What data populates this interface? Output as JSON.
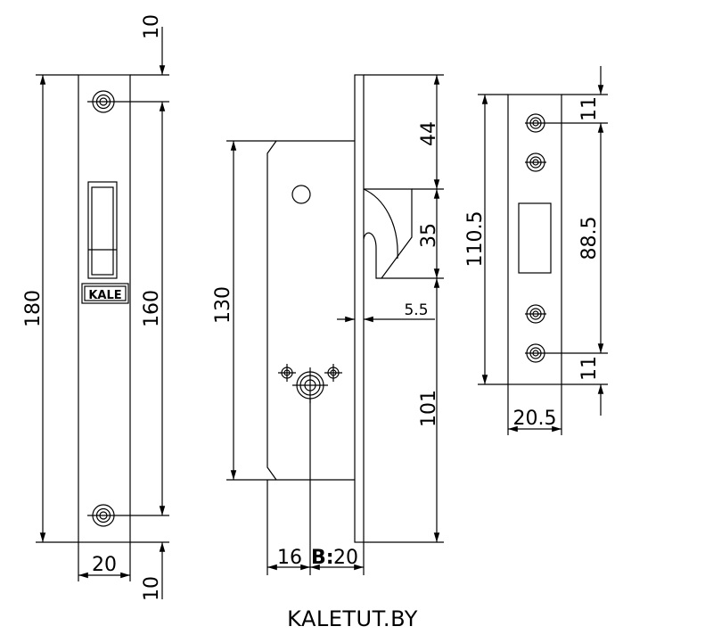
{
  "drawing": {
    "front_view": {
      "dims": {
        "top_offset": "10",
        "height": "180",
        "hole_spacing": "160",
        "width": "20",
        "bottom_offset": "10"
      },
      "brand_mark": "KALE"
    },
    "side_view": {
      "dims": {
        "body_height": "130",
        "top_to_latch": "44",
        "latch_height": "35",
        "faceplate_thickness": "5.5",
        "bottom": "101",
        "left_width": "16",
        "backset_label": "B:",
        "backset_value": "20"
      }
    },
    "strike_plate": {
      "dims": {
        "total_height": "110.5",
        "top_offset": "11",
        "hole_spacing": "88.5",
        "bottom_offset": "11",
        "width": "20.5"
      }
    }
  },
  "footer": {
    "site": "KALETUT.BY"
  }
}
